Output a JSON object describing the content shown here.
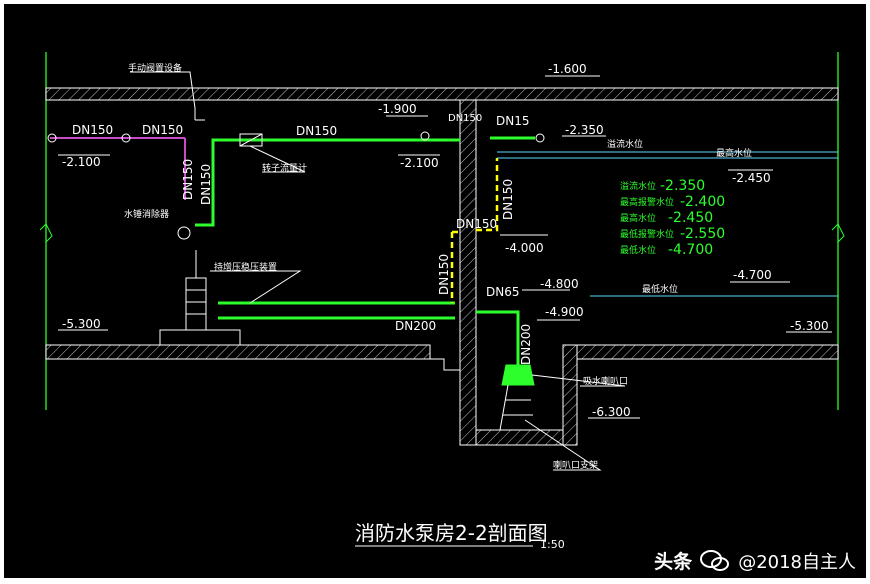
{
  "drawing": {
    "title": "消防水泵房2-2剖面图",
    "title_scale": "1:50",
    "elevations": {
      "top_floor": "-1.600",
      "pipe_left": "-2.100",
      "pipe_right": "-2.100",
      "pipe_top_right": "-1.900",
      "overflow": "-2.350",
      "highest": "-2.450",
      "mid_pipe": "-4.000",
      "low_right": "-4.700",
      "bottom_pipe": "-4.800",
      "suction": "-4.900",
      "floor_left": "-5.300",
      "floor_right": "-5.300",
      "pit": "-6.300"
    },
    "pipe_sizes": {
      "left1": "DN150",
      "left2": "DN150",
      "mid": "DN150",
      "vert_left": "DN150",
      "vert_left2": "DN150",
      "top_vert": "DN150",
      "right_pipe": "DN15",
      "right_vert": "DN150",
      "right_small": "DN150",
      "bottom_vert": "DN150",
      "bottom_right": "DN65",
      "bottom": "DN200",
      "suction_vert": "DN200"
    },
    "labels": {
      "manual_valve": "手动阀置设备",
      "flow_meter": "转子流量计",
      "water_hammer": "水锤消除器",
      "pressure_device": "持增压稳压装置",
      "overflow_level": "溢流水位",
      "highest_level": "最高水位",
      "lowest_level": "最低水位",
      "suction_bell": "吸水喇叭口",
      "bell_support": "喇叭口支架"
    },
    "level_table": [
      {
        "label": "溢流水位",
        "value": "-2.350"
      },
      {
        "label": "最高报警水位",
        "value": "-2.400"
      },
      {
        "label": "最高水位",
        "value": "-2.450"
      },
      {
        "label": "最低报警水位",
        "value": "-2.550"
      },
      {
        "label": "最低水位",
        "value": "-4.700"
      }
    ]
  },
  "watermark": {
    "brand": "头条",
    "account": "@2018自主人"
  },
  "colors": {
    "background": "#000000",
    "pipe_green": "#2cff2c",
    "pipe_yellow": "#ffff00",
    "structure": "#ffffff",
    "border": "#2cff2c",
    "water_line": "#5fd7ff",
    "purple_pipe": "#c84bc8"
  }
}
